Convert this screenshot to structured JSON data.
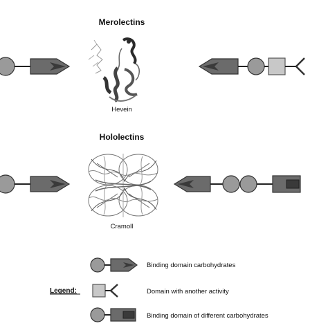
{
  "sections": {
    "merolectins": {
      "title": "Merolectins",
      "protein_caption": "Hevein"
    },
    "hololectins": {
      "title": "Hololectins",
      "protein_caption": "Cramoll"
    }
  },
  "legend": {
    "heading": "Legend:",
    "items": [
      {
        "text": "Binding domain carbohydrates"
      },
      {
        "text": "Domain with another activity"
      },
      {
        "text": "Binding domain of different carbohydrates"
      }
    ]
  },
  "colors": {
    "circle": "#9a9a9a",
    "pentagon": "#6b6b6b",
    "arrow": "#3a3a3a",
    "activity_square": "#c8c8c8",
    "line": "#222222"
  }
}
